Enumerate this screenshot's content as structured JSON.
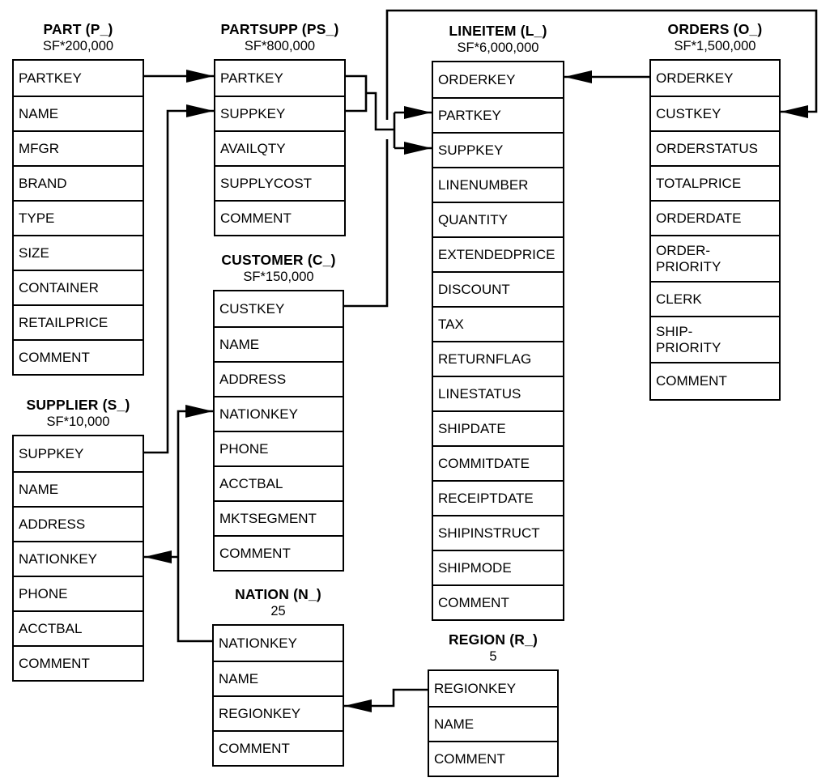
{
  "tables": {
    "part": {
      "title": "PART (P_)",
      "cardinality": "SF*200,000",
      "columns": [
        "PARTKEY",
        "NAME",
        "MFGR",
        "BRAND",
        "TYPE",
        "SIZE",
        "CONTAINER",
        "RETAILPRICE",
        "COMMENT"
      ]
    },
    "partsupp": {
      "title": "PARTSUPP (PS_)",
      "cardinality": "SF*800,000",
      "columns": [
        "PARTKEY",
        "SUPPKEY",
        "AVAILQTY",
        "SUPPLYCOST",
        "COMMENT"
      ]
    },
    "lineitem": {
      "title": "LINEITEM (L_)",
      "cardinality": "SF*6,000,000",
      "columns": [
        "ORDERKEY",
        "PARTKEY",
        "SUPPKEY",
        "LINENUMBER",
        "QUANTITY",
        "EXTENDEDPRICE",
        "DISCOUNT",
        "TAX",
        "RETURNFLAG",
        "LINESTATUS",
        "SHIPDATE",
        "COMMITDATE",
        "RECEIPTDATE",
        "SHIPINSTRUCT",
        "SHIPMODE",
        "COMMENT"
      ]
    },
    "orders": {
      "title": "ORDERS (O_)",
      "cardinality": "SF*1,500,000",
      "columns": [
        "ORDERKEY",
        "CUSTKEY",
        "ORDERSTATUS",
        "TOTALPRICE",
        "ORDERDATE",
        "ORDER-\nPRIORITY",
        "CLERK",
        "SHIP-\nPRIORITY",
        "COMMENT"
      ]
    },
    "supplier": {
      "title": "SUPPLIER (S_)",
      "cardinality": "SF*10,000",
      "columns": [
        "SUPPKEY",
        "NAME",
        "ADDRESS",
        "NATIONKEY",
        "PHONE",
        "ACCTBAL",
        "COMMENT"
      ]
    },
    "customer": {
      "title": "CUSTOMER (C_)",
      "cardinality": "SF*150,000",
      "columns": [
        "CUSTKEY",
        "NAME",
        "ADDRESS",
        "NATIONKEY",
        "PHONE",
        "ACCTBAL",
        "MKTSEGMENT",
        "COMMENT"
      ]
    },
    "nation": {
      "title": "NATION (N_)",
      "cardinality": "25",
      "columns": [
        "NATIONKEY",
        "NAME",
        "REGIONKEY",
        "COMMENT"
      ]
    },
    "region": {
      "title": "REGION (R_)",
      "cardinality": "5",
      "columns": [
        "REGIONKEY",
        "NAME",
        "COMMENT"
      ]
    }
  },
  "relationships": [
    {
      "from": "PART.PARTKEY",
      "to": "PARTSUPP.PARTKEY"
    },
    {
      "from": "SUPPLIER.SUPPKEY",
      "to": "PARTSUPP.SUPPKEY"
    },
    {
      "from": "PARTSUPP.PARTKEY+SUPPKEY",
      "to": "LINEITEM.PARTKEY+SUPPKEY"
    },
    {
      "from": "ORDERS.ORDERKEY",
      "to": "LINEITEM.ORDERKEY"
    },
    {
      "from": "CUSTOMER.CUSTKEY",
      "to": "ORDERS.CUSTKEY"
    },
    {
      "from": "NATION.NATIONKEY",
      "to": "CUSTOMER.NATIONKEY"
    },
    {
      "from": "NATION.NATIONKEY",
      "to": "SUPPLIER.NATIONKEY"
    },
    {
      "from": "REGION.REGIONKEY",
      "to": "NATION.REGIONKEY"
    }
  ]
}
